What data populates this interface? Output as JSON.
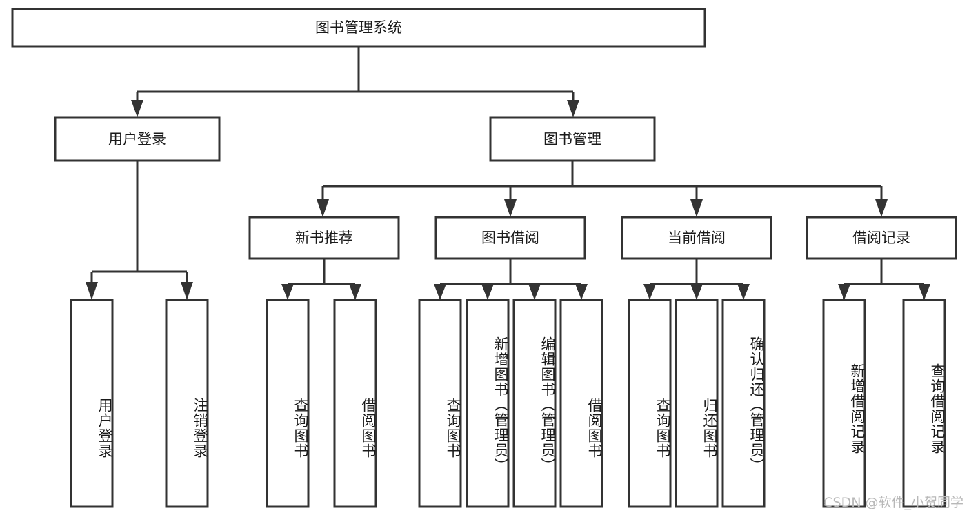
{
  "diagram": {
    "title": "图书管理系统",
    "type": "tree",
    "watermark": "CSDN @软件_小贺同学",
    "colors": {
      "stroke": "#333333",
      "fill": "#ffffff",
      "text": "#1a1a1a",
      "watermark": "#b8b8b8"
    },
    "root": {
      "label": "图书管理系统"
    },
    "level2": [
      {
        "id": "user-login",
        "label": "用户登录"
      },
      {
        "id": "book-manage",
        "label": "图书管理"
      }
    ],
    "level3": [
      {
        "id": "new-book-recommend",
        "label": "新书推荐"
      },
      {
        "id": "book-borrow",
        "label": "图书借阅"
      },
      {
        "id": "current-borrow",
        "label": "当前借阅"
      },
      {
        "id": "borrow-record",
        "label": "借阅记录"
      }
    ],
    "leaves": {
      "user_login": [
        {
          "id": "leaf-user-login",
          "label": "用户登录"
        },
        {
          "id": "leaf-user-logout",
          "label": "注销登录"
        }
      ],
      "new_book_recommend": [
        {
          "id": "leaf-query-book-1",
          "label": "查询图书"
        },
        {
          "id": "leaf-borrow-book-1",
          "label": "借阅图书"
        }
      ],
      "book_borrow": [
        {
          "id": "leaf-query-book-2",
          "label": "查询图书"
        },
        {
          "id": "leaf-add-book",
          "label": "新增图书（管理员）"
        },
        {
          "id": "leaf-edit-book",
          "label": "编辑图书（管理员）"
        },
        {
          "id": "leaf-borrow-book-2",
          "label": "借阅图书"
        }
      ],
      "current_borrow": [
        {
          "id": "leaf-query-book-3",
          "label": "查询图书"
        },
        {
          "id": "leaf-return-book",
          "label": "归还图书"
        },
        {
          "id": "leaf-confirm-return",
          "label": "确认归还（管理员）"
        }
      ],
      "borrow_record": [
        {
          "id": "leaf-add-record",
          "label": "新增借阅记录"
        },
        {
          "id": "leaf-query-record",
          "label": "查询借阅记录"
        }
      ]
    }
  }
}
